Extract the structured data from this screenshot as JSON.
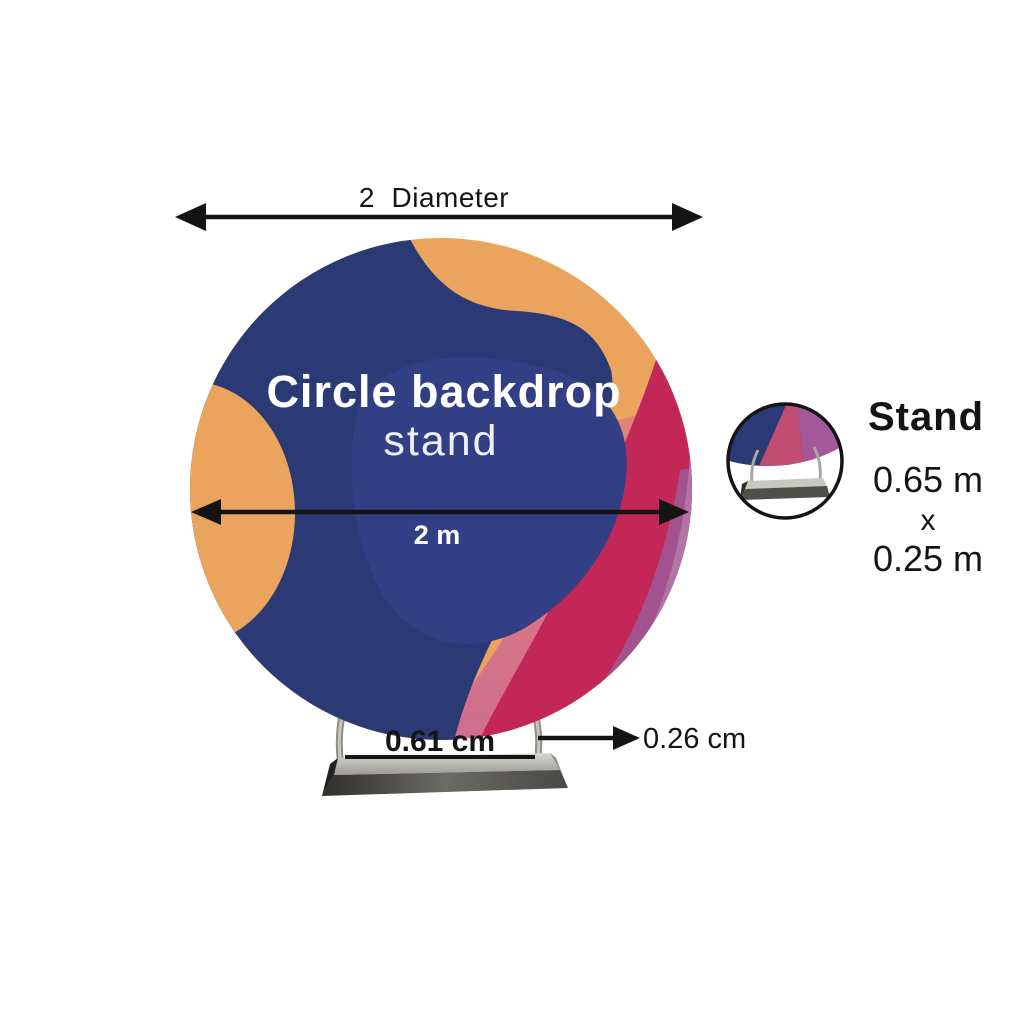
{
  "palette": {
    "navy": "#2b3a74",
    "navy_light": "#323f85",
    "orange": "#eba45e",
    "salmon": "#e58474",
    "salmon_deep": "#ce6d90",
    "crimson": "#c32757",
    "purple_mid": "#a2538f",
    "purple_light": "#b273a6",
    "arrow_black": "#141414",
    "inset_crimson": "#c14d72",
    "inset_purple": "#a3589a",
    "inset_purple_light": "#b877ab"
  },
  "labels": {
    "top_dimension": "2  Diameter",
    "backdrop_title": "Circle backdrop",
    "backdrop_subtitle": "stand",
    "inner_width": "2 m",
    "base_width": "0.61 cm",
    "base_depth": "0.26 cm"
  },
  "inset": {
    "heading": "Stand",
    "dimension_height": "0.65 m",
    "dimension_separator": "x",
    "dimension_width": "0.25 m"
  }
}
